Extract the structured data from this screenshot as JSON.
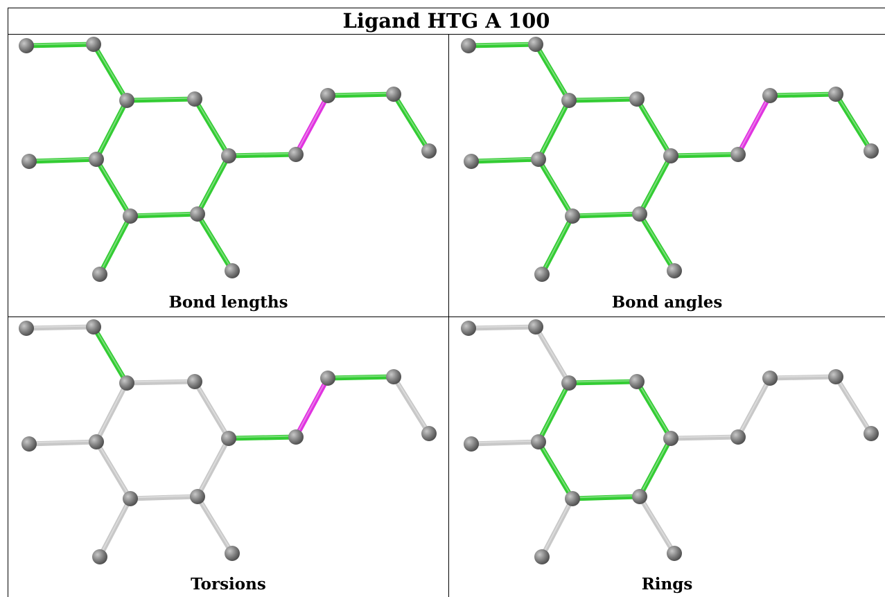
{
  "title": "Ligand HTG A 100",
  "colors": {
    "atom": "#808080",
    "bond_ok": "#33cc33",
    "bond_outlier": "#e033e0",
    "bond_none": "#c8c8c8",
    "border": "#000000"
  },
  "panels": [
    {
      "id": "bond-lengths",
      "caption": "Bond lengths",
      "bond_states": [
        "ok",
        "ok",
        "ok",
        "ok",
        "ok",
        "ok",
        "ok",
        "ok",
        "ok",
        "ok",
        "ok",
        "ok",
        "outlier",
        "ok",
        "ok"
      ]
    },
    {
      "id": "bond-angles",
      "caption": "Bond angles",
      "bond_states": [
        "ok",
        "ok",
        "ok",
        "ok",
        "ok",
        "ok",
        "ok",
        "ok",
        "ok",
        "ok",
        "ok",
        "ok",
        "outlier",
        "ok",
        "ok"
      ]
    },
    {
      "id": "torsions",
      "caption": "Torsions",
      "bond_states": [
        "none",
        "ok",
        "none",
        "none",
        "none",
        "none",
        "none",
        "none",
        "none",
        "none",
        "none",
        "ok",
        "outlier",
        "ok",
        "none"
      ]
    },
    {
      "id": "rings",
      "caption": "Rings",
      "bond_states": [
        "none",
        "none",
        "ok",
        "ok",
        "ok",
        "ok",
        "ok",
        "ok",
        "none",
        "none",
        "none",
        "none",
        "none",
        "none",
        "none"
      ]
    }
  ]
}
